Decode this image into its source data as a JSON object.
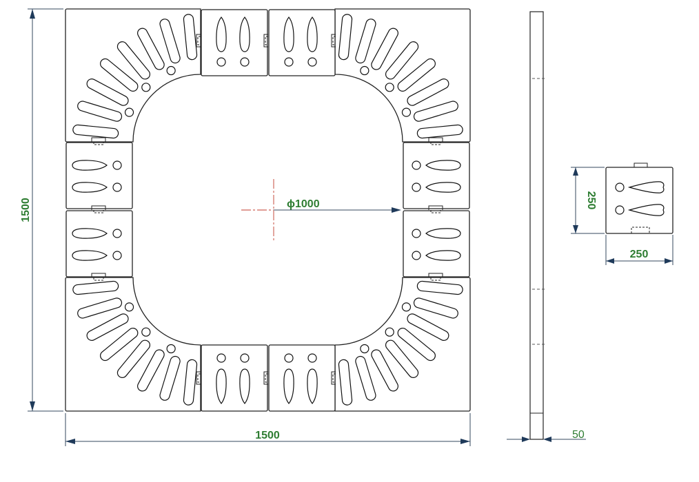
{
  "labels": {
    "width_total": "1500",
    "height_total": "1500",
    "inner_diameter": "ϕ1000",
    "panel_height": "250",
    "panel_width": "250",
    "thickness": "50"
  },
  "colors": {
    "dimension_text": "#2e7d32",
    "dimension_line": "#33475c",
    "center_line": "#c0392b",
    "outline": "#222222"
  }
}
